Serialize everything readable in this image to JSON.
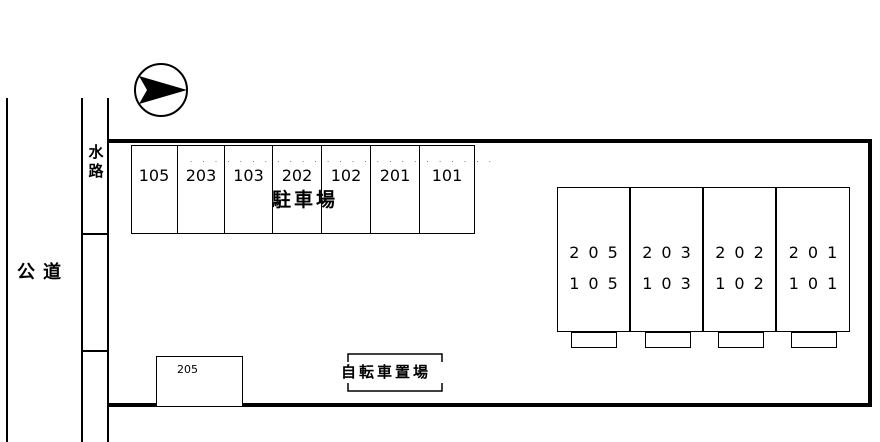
{
  "map": {
    "road_label": "公道",
    "waterway_label_1": "水",
    "waterway_label_2": "路",
    "parking_title": "駐車場",
    "parking_slots": [
      "105",
      "203",
      "103",
      "202",
      "102",
      "201",
      "101"
    ],
    "buildings": [
      {
        "upper": "205",
        "lower": "105"
      },
      {
        "upper": "203",
        "lower": "103"
      },
      {
        "upper": "202",
        "lower": "102"
      },
      {
        "upper": "201",
        "lower": "101"
      }
    ],
    "shed_label": "205",
    "bicycle_parking_label": "自転車置場"
  }
}
